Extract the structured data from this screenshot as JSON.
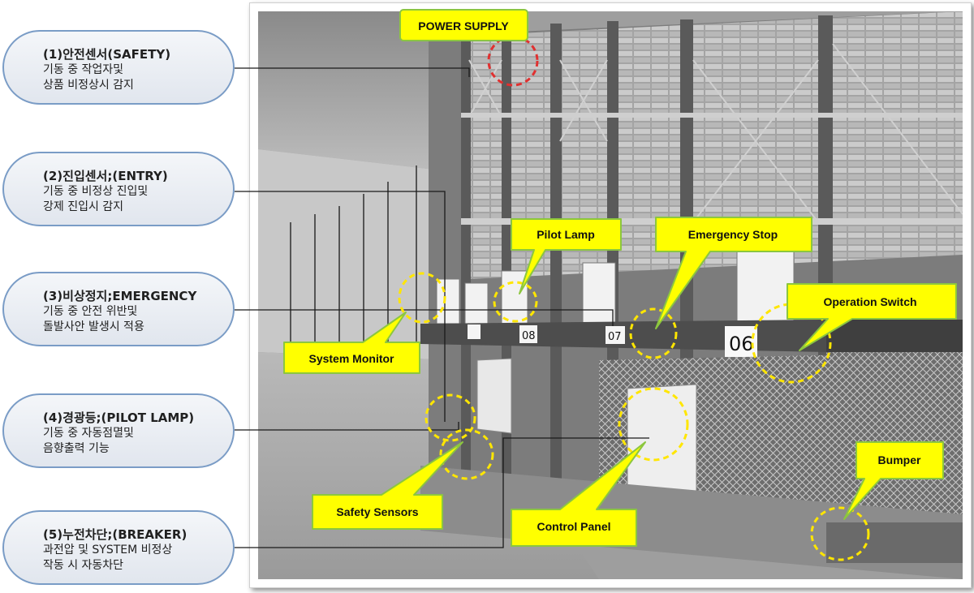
{
  "sensors": [
    {
      "title": "(1)안전센서(SAFETY)",
      "desc1": "기동 중 작업자및",
      "desc2": "상품 비정상시 감지"
    },
    {
      "title": "(2)진입센서;(ENTRY)",
      "desc1": "기동 중 비정상 진입및",
      "desc2": "강제 진입시 감지"
    },
    {
      "title": "(3)비상정지;EMERGENCY",
      "desc1": "기동 중 안전 위반및",
      "desc2": "돌발사안 발생시 적용"
    },
    {
      "title": "(4)경광등;(PILOT LAMP)",
      "desc1": "기동 중 자동점멸및",
      "desc2": "음향출력 기능"
    },
    {
      "title": "(5)누전차단;(BREAKER)",
      "desc1": "과전압 및 SYSTEM 비정상",
      "desc2": "작동 시 자동차단"
    }
  ],
  "callouts": {
    "power_supply": "POWER SUPPLY",
    "pilot_lamp": "Pilot Lamp",
    "emergency_stop": "Emergency Stop",
    "operation_switch": "Operation Switch",
    "system_monitor": "System Monitor",
    "safety_sensors": "Safety Sensors",
    "control_panel": "Control Panel",
    "bumper": "Bumper"
  },
  "rack_numbers": {
    "n06": "06",
    "n07": "07",
    "n08": "08"
  },
  "colors": {
    "callout_fill": "#ffff00",
    "callout_border": "#8cc63f",
    "dash_yellow": "#ffe600",
    "dash_red": "#e03030",
    "pill_border": "#7a9cc6"
  },
  "photo_alt": "grayscale photo of a mobile racking warehouse system"
}
